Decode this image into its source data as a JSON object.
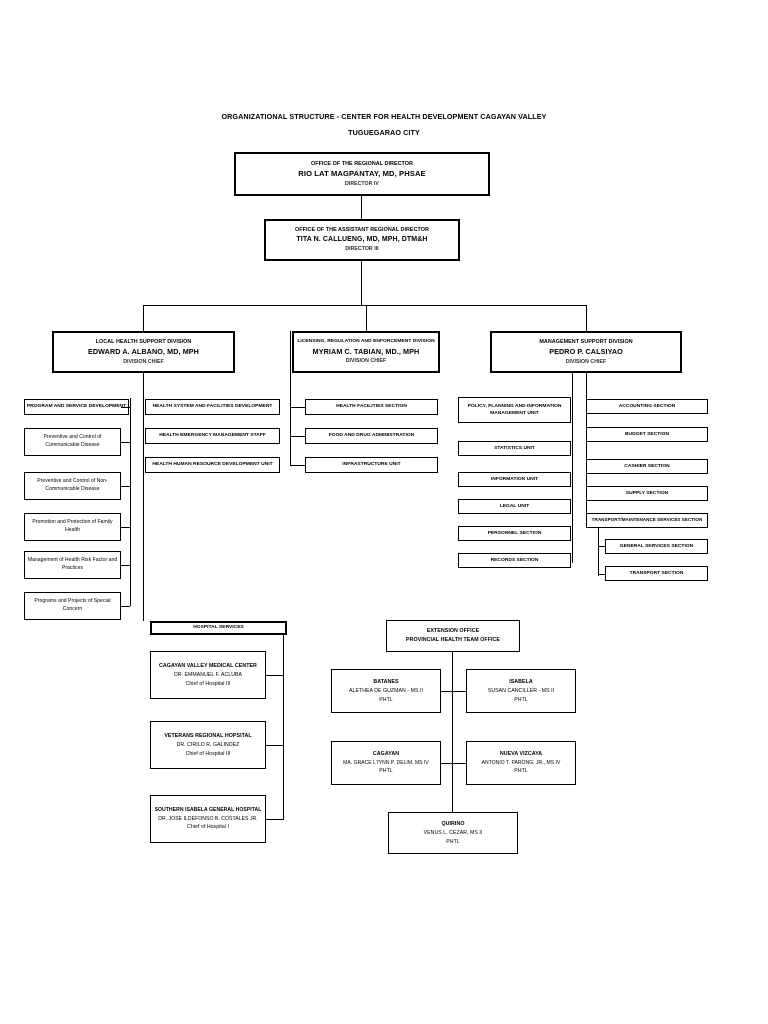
{
  "header": {
    "line1": "ORGANIZATIONAL STRUCTURE - CENTER FOR HEALTH DEVELOPMENT CAGAYAN VALLEY",
    "line2": "TUGUEGARAO CITY"
  },
  "regional_director": {
    "office": "OFFICE OF THE REGIONAL DIRECTOR",
    "name": "RIO LAT MAGPANTAY, MD, PHSAE",
    "role": "DIRECTOR IV"
  },
  "assistant_regional_director": {
    "office": "OFFICE OF THE ASSISTANT REGIONAL DIRECTOR",
    "name": "TITA N. CALLUENG, MD, MPH, DTM&H",
    "role": "DIRECTOR III"
  },
  "divisions": [
    {
      "title": "LOCAL HEALTH SUPPORT DIVISION",
      "name": "EDWARD A. ALBANO, MD, MPH",
      "role": "DIVISION CHIEF"
    },
    {
      "title": "LICENSING, REGULATION AND ENFORCEMENT DIVISION",
      "name": "MYRIAM C. TABIAN, MD., MPH",
      "role": "DIVISION CHIEF"
    },
    {
      "title": "MANAGEMENT SUPPORT DIVISION",
      "name": "PEDRO P. CALSIYAO",
      "role": "DIVISION CHIEF"
    }
  ],
  "lhsd_col1": [
    "PROGRAM AND SERVICE DEVELOPMENT",
    "Preventive and Control of Communicable Disease",
    "Preventive and Control of Non-Communicable Disease",
    "Promotion and Protection of Family Health",
    "Management of Health Risk Factor and Practices",
    "Programs and Projects of Special Concern"
  ],
  "lhsd_col2": [
    "HEALTH SYSTEM AND FACILITIES DEVELOPMENT",
    "HEALTH EMERGENCY MANAGEMENT STAFF",
    "HEALTH HUMAN RESOURCE DEVELOPMENT UNIT"
  ],
  "lred_items": [
    "HEALTH FACILITIES SECTION",
    "FOOD AND DRUG ADMINISTRATION",
    "INFRASTRUCTURE UNIT"
  ],
  "msd_col1": [
    "POLICY, PLANNING AND INFORMATION MANAGEMENT UNIT",
    "STATISTICS UNIT",
    "INFORMATION UNIT",
    "LEGAL UNIT",
    "PERSONNEL SECTION",
    "RECORDS SECTION"
  ],
  "msd_col2": [
    "ACCOUNTING SECTION",
    "BUDGET SECTION",
    "CASHIER SECTION",
    "SUPPLY SECTION",
    "TRANSPORT/MAINTENANCE SERVICES SECTION"
  ],
  "msd_col2_sub": [
    "GENERAL SERVICES SECTION",
    "TRANSPORT SECTION"
  ],
  "hospital_services": {
    "header": "HOSPITAL SERVICES",
    "hospitals": [
      {
        "name": "CAGAYAN VALLEY MEDICAL CENTER",
        "chief": "DR. EMMANUEL F. ACLUBA",
        "position": "Chief of Hospital III"
      },
      {
        "name": "VETERANS REGIONAL HOPSITAL",
        "chief": "DR. CIRILO R. GALINDEZ",
        "position": "Chief of Hospital III"
      },
      {
        "name": "SOUTHERN ISABELA GENERAL HOSPITAL",
        "chief": "DR. JOSE ILDEFONSO B. COSTALES JR.",
        "position": "Chief of Hospital I"
      }
    ]
  },
  "extension_office": {
    "line1": "EXTENSION OFFICE",
    "line2": "PROVINCIAL HEALTH TEAM OFFICE",
    "provinces": [
      {
        "name": "BATANES",
        "officer": "ALETHEA DE GUZMAN - MS II",
        "unit": "PHTL"
      },
      {
        "name": "ISABELA",
        "officer": "SUSAN CANCILLER - MS II",
        "unit": "PHTL"
      },
      {
        "name": "CAGAYAN",
        "officer": "MA. GRACE L7YNN P. DELIM, MS IV",
        "unit": "PHTL"
      },
      {
        "name": "NUEVA VIZCAYA",
        "officer": "ANTONIO T. PARONG. JR., MS IV",
        "unit": "PHTL"
      },
      {
        "name": "QUIRINO",
        "officer": "VENUS L. CEZAR, MS II",
        "unit": "PHTL"
      }
    ]
  },
  "colors": {
    "line": "#000000",
    "background": "#ffffff"
  }
}
